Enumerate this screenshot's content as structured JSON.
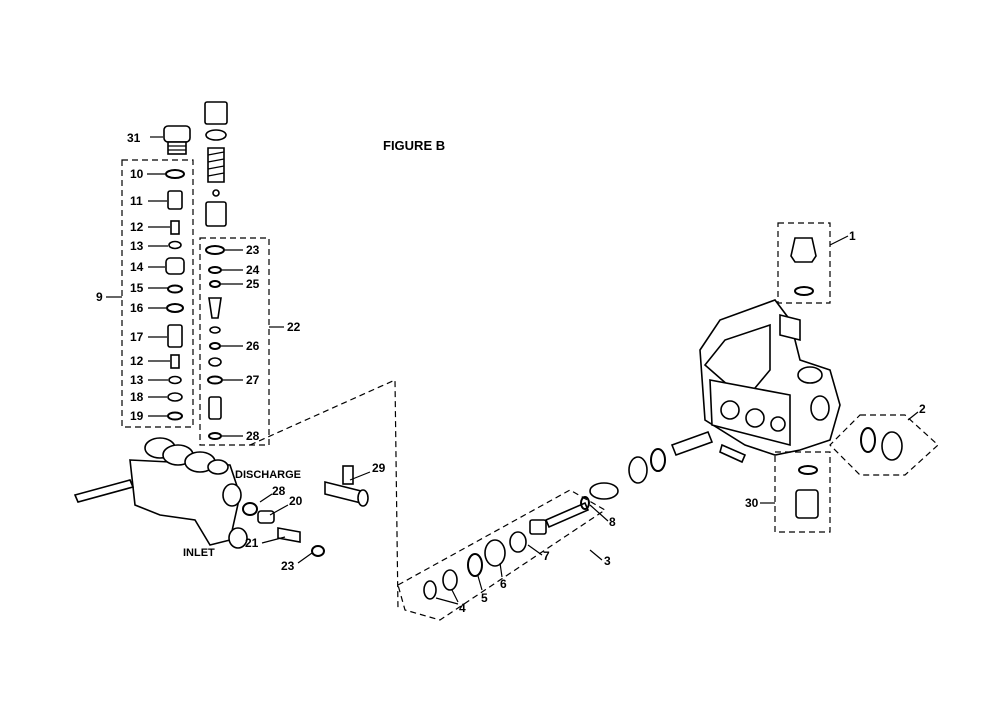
{
  "figure": {
    "title": "FIGURE B"
  },
  "labels": {
    "discharge": "DISCHARGE",
    "inlet": "INLET"
  },
  "callouts": {
    "n1": "1",
    "n2": "2",
    "n3": "3",
    "n4": "4",
    "n5": "5",
    "n6": "6",
    "n7": "7",
    "n8": "8",
    "n9": "9",
    "n10": "10",
    "n11": "11",
    "n12a": "12",
    "n12b": "12",
    "n13a": "13",
    "n13b": "13",
    "n14": "14",
    "n15": "15",
    "n16": "16",
    "n17": "17",
    "n18": "18",
    "n19": "19",
    "n20": "20",
    "n21": "21",
    "n22": "22",
    "n23a": "23",
    "n23b": "23",
    "n24": "24",
    "n25": "25",
    "n26": "26",
    "n27": "27",
    "n28a": "28",
    "n28b": "28",
    "n29": "29",
    "n30": "30",
    "n31": "31"
  }
}
